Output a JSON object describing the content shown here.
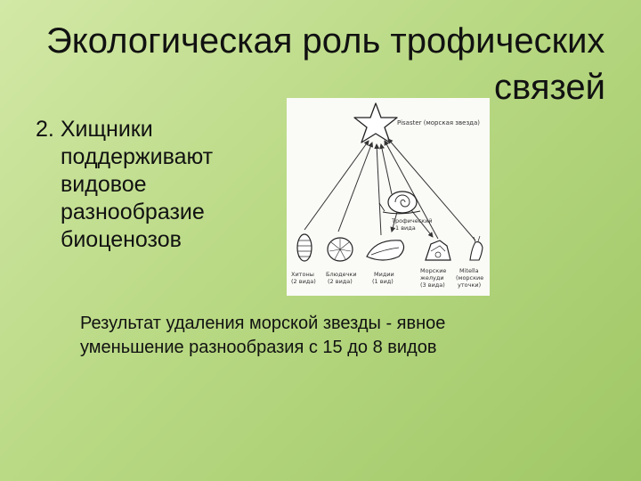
{
  "slide": {
    "title_line1": "Экологическая роль трофических",
    "title_line2": "связей",
    "point_number": "2.",
    "point_first": "Хищники",
    "point_lines": [
      "поддерживают",
      "видовое",
      "разнообразие",
      "биоценозов"
    ],
    "result_line1": "Результат удаления морской звезды - явное",
    "result_line2": "уменьшение разнообразия с 15 до 8 видов"
  },
  "diagram": {
    "predator_label": "Pisaster (морская звезда)",
    "snail_label_line1": "Трофический",
    "snail_label_line2": "1 вида",
    "prey": [
      {
        "line1": "Хитоны",
        "line2": "(2 вида)"
      },
      {
        "line1": "Блюдечки",
        "line2": "(2 вида)"
      },
      {
        "line1": "Мидии",
        "line2": "(1 вид)"
      },
      {
        "line1": "Морские",
        "line2": "желуди",
        "line3": "(3 вида)"
      },
      {
        "line1": "Mitella",
        "line2": "(морские",
        "line3": "уточки)"
      }
    ]
  }
}
